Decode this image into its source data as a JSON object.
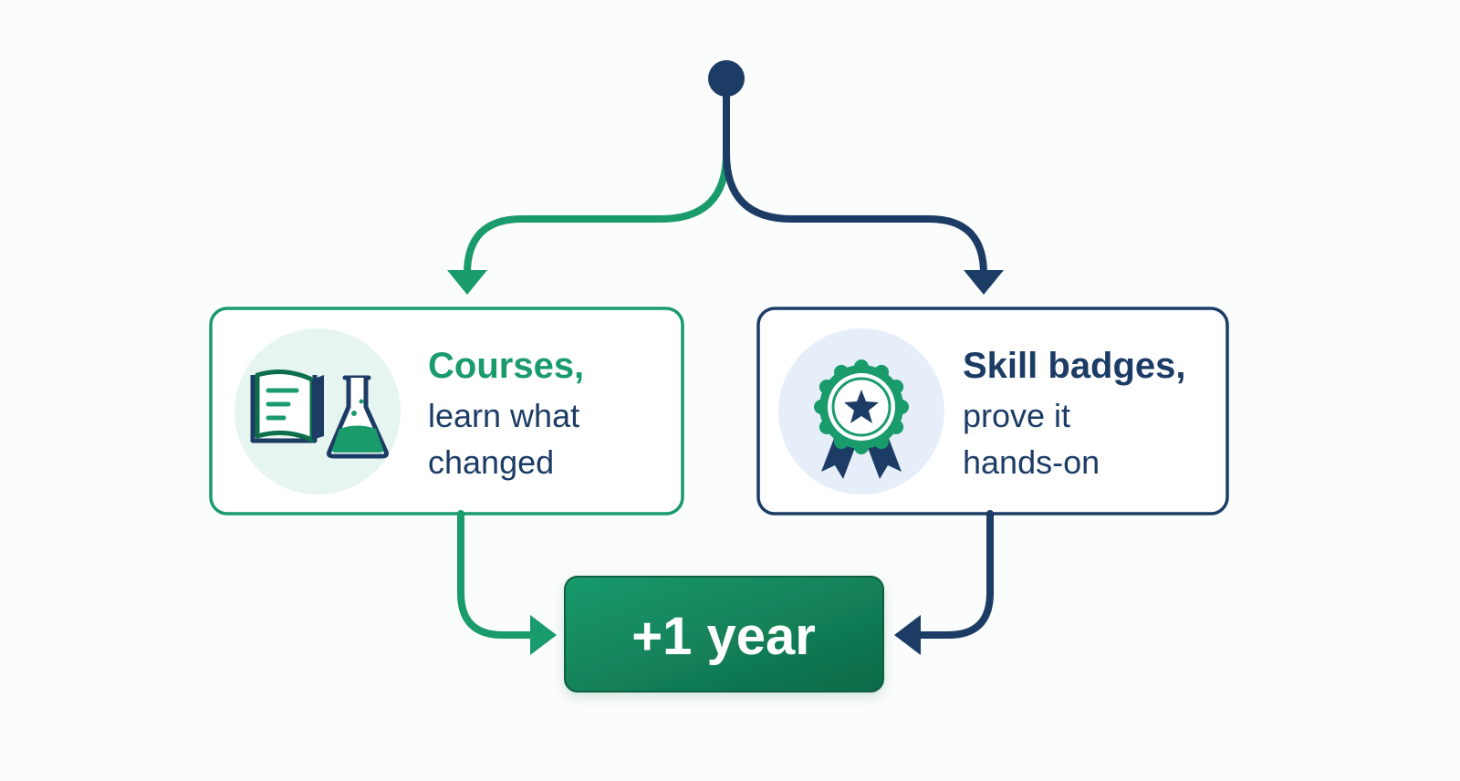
{
  "colors": {
    "green": "#1a9b6c",
    "green_dark": "#0d6e4a",
    "navy": "#1c3c66",
    "green_circle": "#e6f5ef",
    "navy_circle": "#e6eefa",
    "background": "#fbfcfc"
  },
  "start_node": {
    "icon": "start-dot"
  },
  "left_card": {
    "title": "Courses,",
    "line1": "learn what",
    "line2": "changed",
    "icon": "book-and-flask-icon"
  },
  "right_card": {
    "title": "Skill badges,",
    "line1": "prove it",
    "line2": "hands-on",
    "icon": "award-badge-icon"
  },
  "result": {
    "label": "+1 year"
  }
}
